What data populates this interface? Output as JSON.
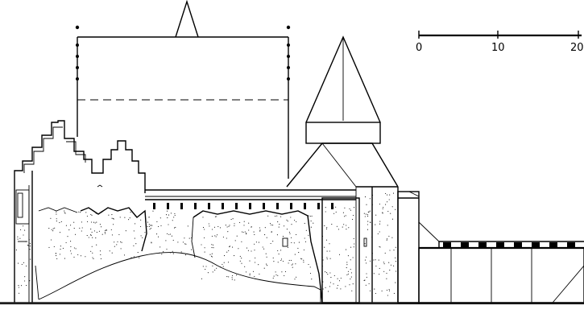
{
  "figure": {
    "kind": "architectural-elevation",
    "subject": "castle-west-elevation"
  },
  "scale_bar": {
    "ticks": [
      "0",
      "10",
      "20"
    ]
  },
  "colors": {
    "ink": "#000000",
    "paper": "#ffffff"
  }
}
